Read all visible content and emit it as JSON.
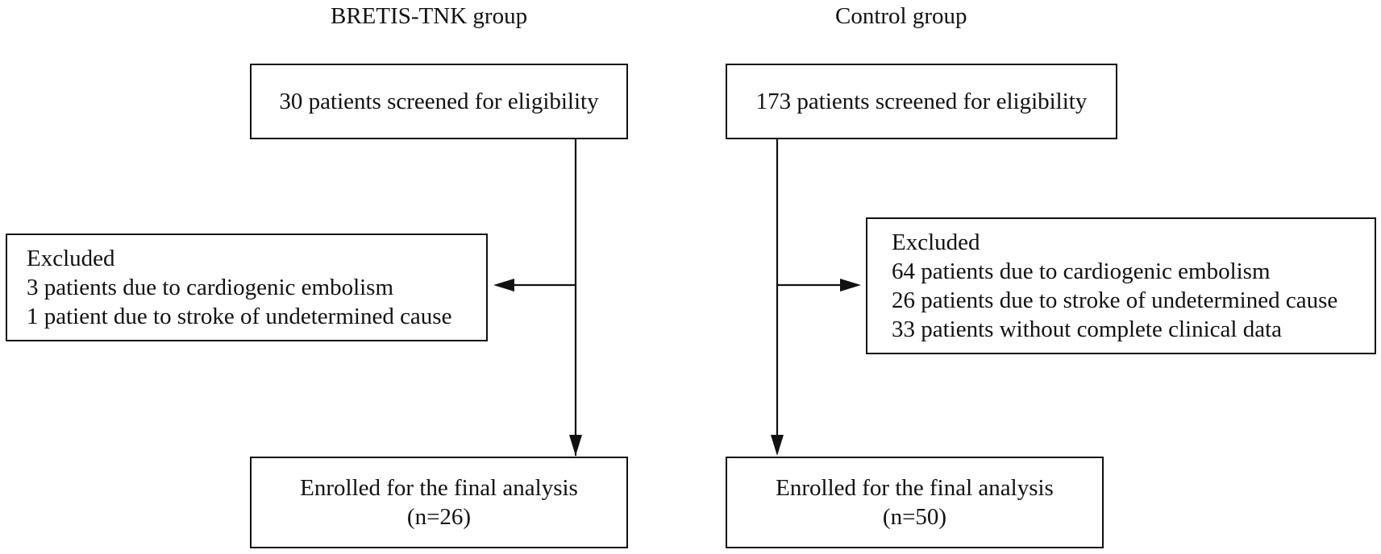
{
  "groups": {
    "left": {
      "title": "BRETIS-TNK group",
      "screened": "30 patients screened for eligibility",
      "excluded": {
        "heading": "Excluded",
        "reasons": [
          "3 patients due to cardiogenic embolism",
          "1 patient due to stroke of undetermined cause"
        ]
      },
      "enrolled": {
        "label": "Enrolled for the final analysis",
        "count": "(n=26)"
      }
    },
    "right": {
      "title": "Control group",
      "screened": "173 patients screened for eligibility",
      "excluded": {
        "heading": "Excluded",
        "reasons": [
          "64 patients due to cardiogenic embolism",
          "26 patients due to stroke of undetermined cause",
          "33 patients without complete clinical data"
        ]
      },
      "enrolled": {
        "label": "Enrolled for the final analysis",
        "count": "(n=50)"
      }
    }
  },
  "colors": {
    "stroke": "#111111",
    "background": "#ffffff"
  }
}
